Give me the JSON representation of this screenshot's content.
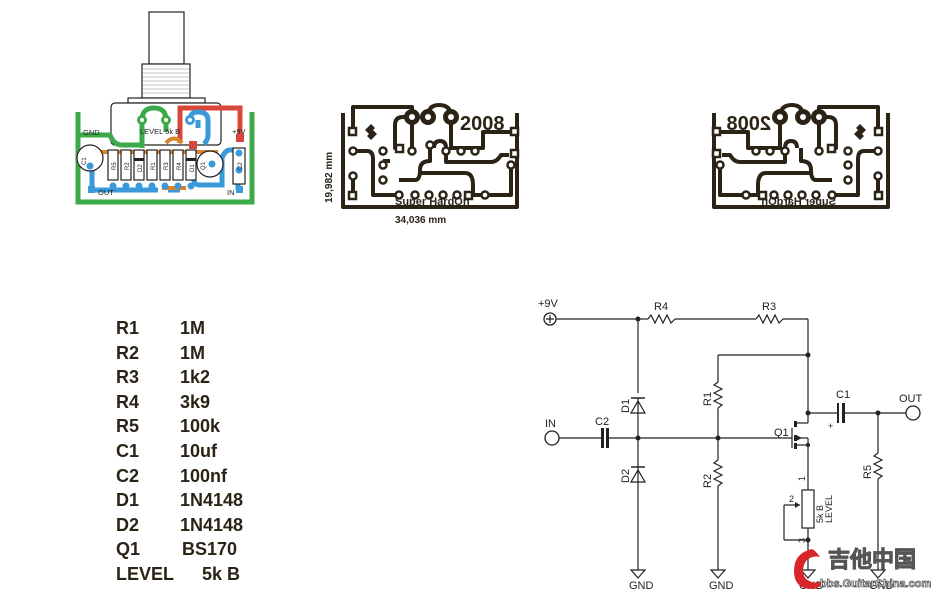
{
  "layout_board": {
    "pot_label": "LEVEL  5k B",
    "gnd_label": "GND",
    "v9_label": "+9V",
    "out_label": "OUT",
    "in_label": "IN",
    "components": [
      "C1",
      "R5",
      "R2",
      "D2",
      "R1",
      "R3",
      "R4",
      "D1",
      "Q1",
      "C2"
    ],
    "colors": {
      "ground": "#3daa4a",
      "power": "#d9473a",
      "signal": "#3a9ad9",
      "jumper": "#d9822b"
    }
  },
  "pcb_front": {
    "year": "2008",
    "name": "Super HardOn",
    "width_dim": "34,036 mm",
    "height_dim": "19,982 mm"
  },
  "pcb_mirror": {
    "year": "2008",
    "name": "Super HardOn"
  },
  "bom": [
    {
      "ref": "R1",
      "value": "1M"
    },
    {
      "ref": "R2",
      "value": "1M"
    },
    {
      "ref": "R3",
      "value": "1k2"
    },
    {
      "ref": "R4",
      "value": "3k9"
    },
    {
      "ref": "R5",
      "value": "100k"
    },
    {
      "ref": "C1",
      "value": "10uf"
    },
    {
      "ref": "C2",
      "value": "100nf"
    },
    {
      "ref": "D1",
      "value": "1N4148"
    },
    {
      "ref": "D2",
      "value": "1N4148"
    },
    {
      "ref": "Q1",
      "value": "BS170"
    },
    {
      "ref": "LEVEL",
      "value": "5k B"
    }
  ],
  "schematic": {
    "v9": "+9V",
    "in": "IN",
    "out": "OUT",
    "gnd": "GND",
    "r1": "R1",
    "r2": "R2",
    "r3": "R3",
    "r4": "R4",
    "r5": "R5",
    "c1": "C1",
    "c2": "C2",
    "d1": "D1",
    "d2": "D2",
    "q1": "Q1",
    "c1_plus": "+",
    "pot_value": "5k B",
    "pot_name": "LEVEL",
    "pin1": "1",
    "pin2": "2",
    "pin3": "3"
  },
  "watermark": {
    "title": "吉他中国",
    "url": "bbs.GuitarChina.com",
    "color": "#d8262a"
  }
}
